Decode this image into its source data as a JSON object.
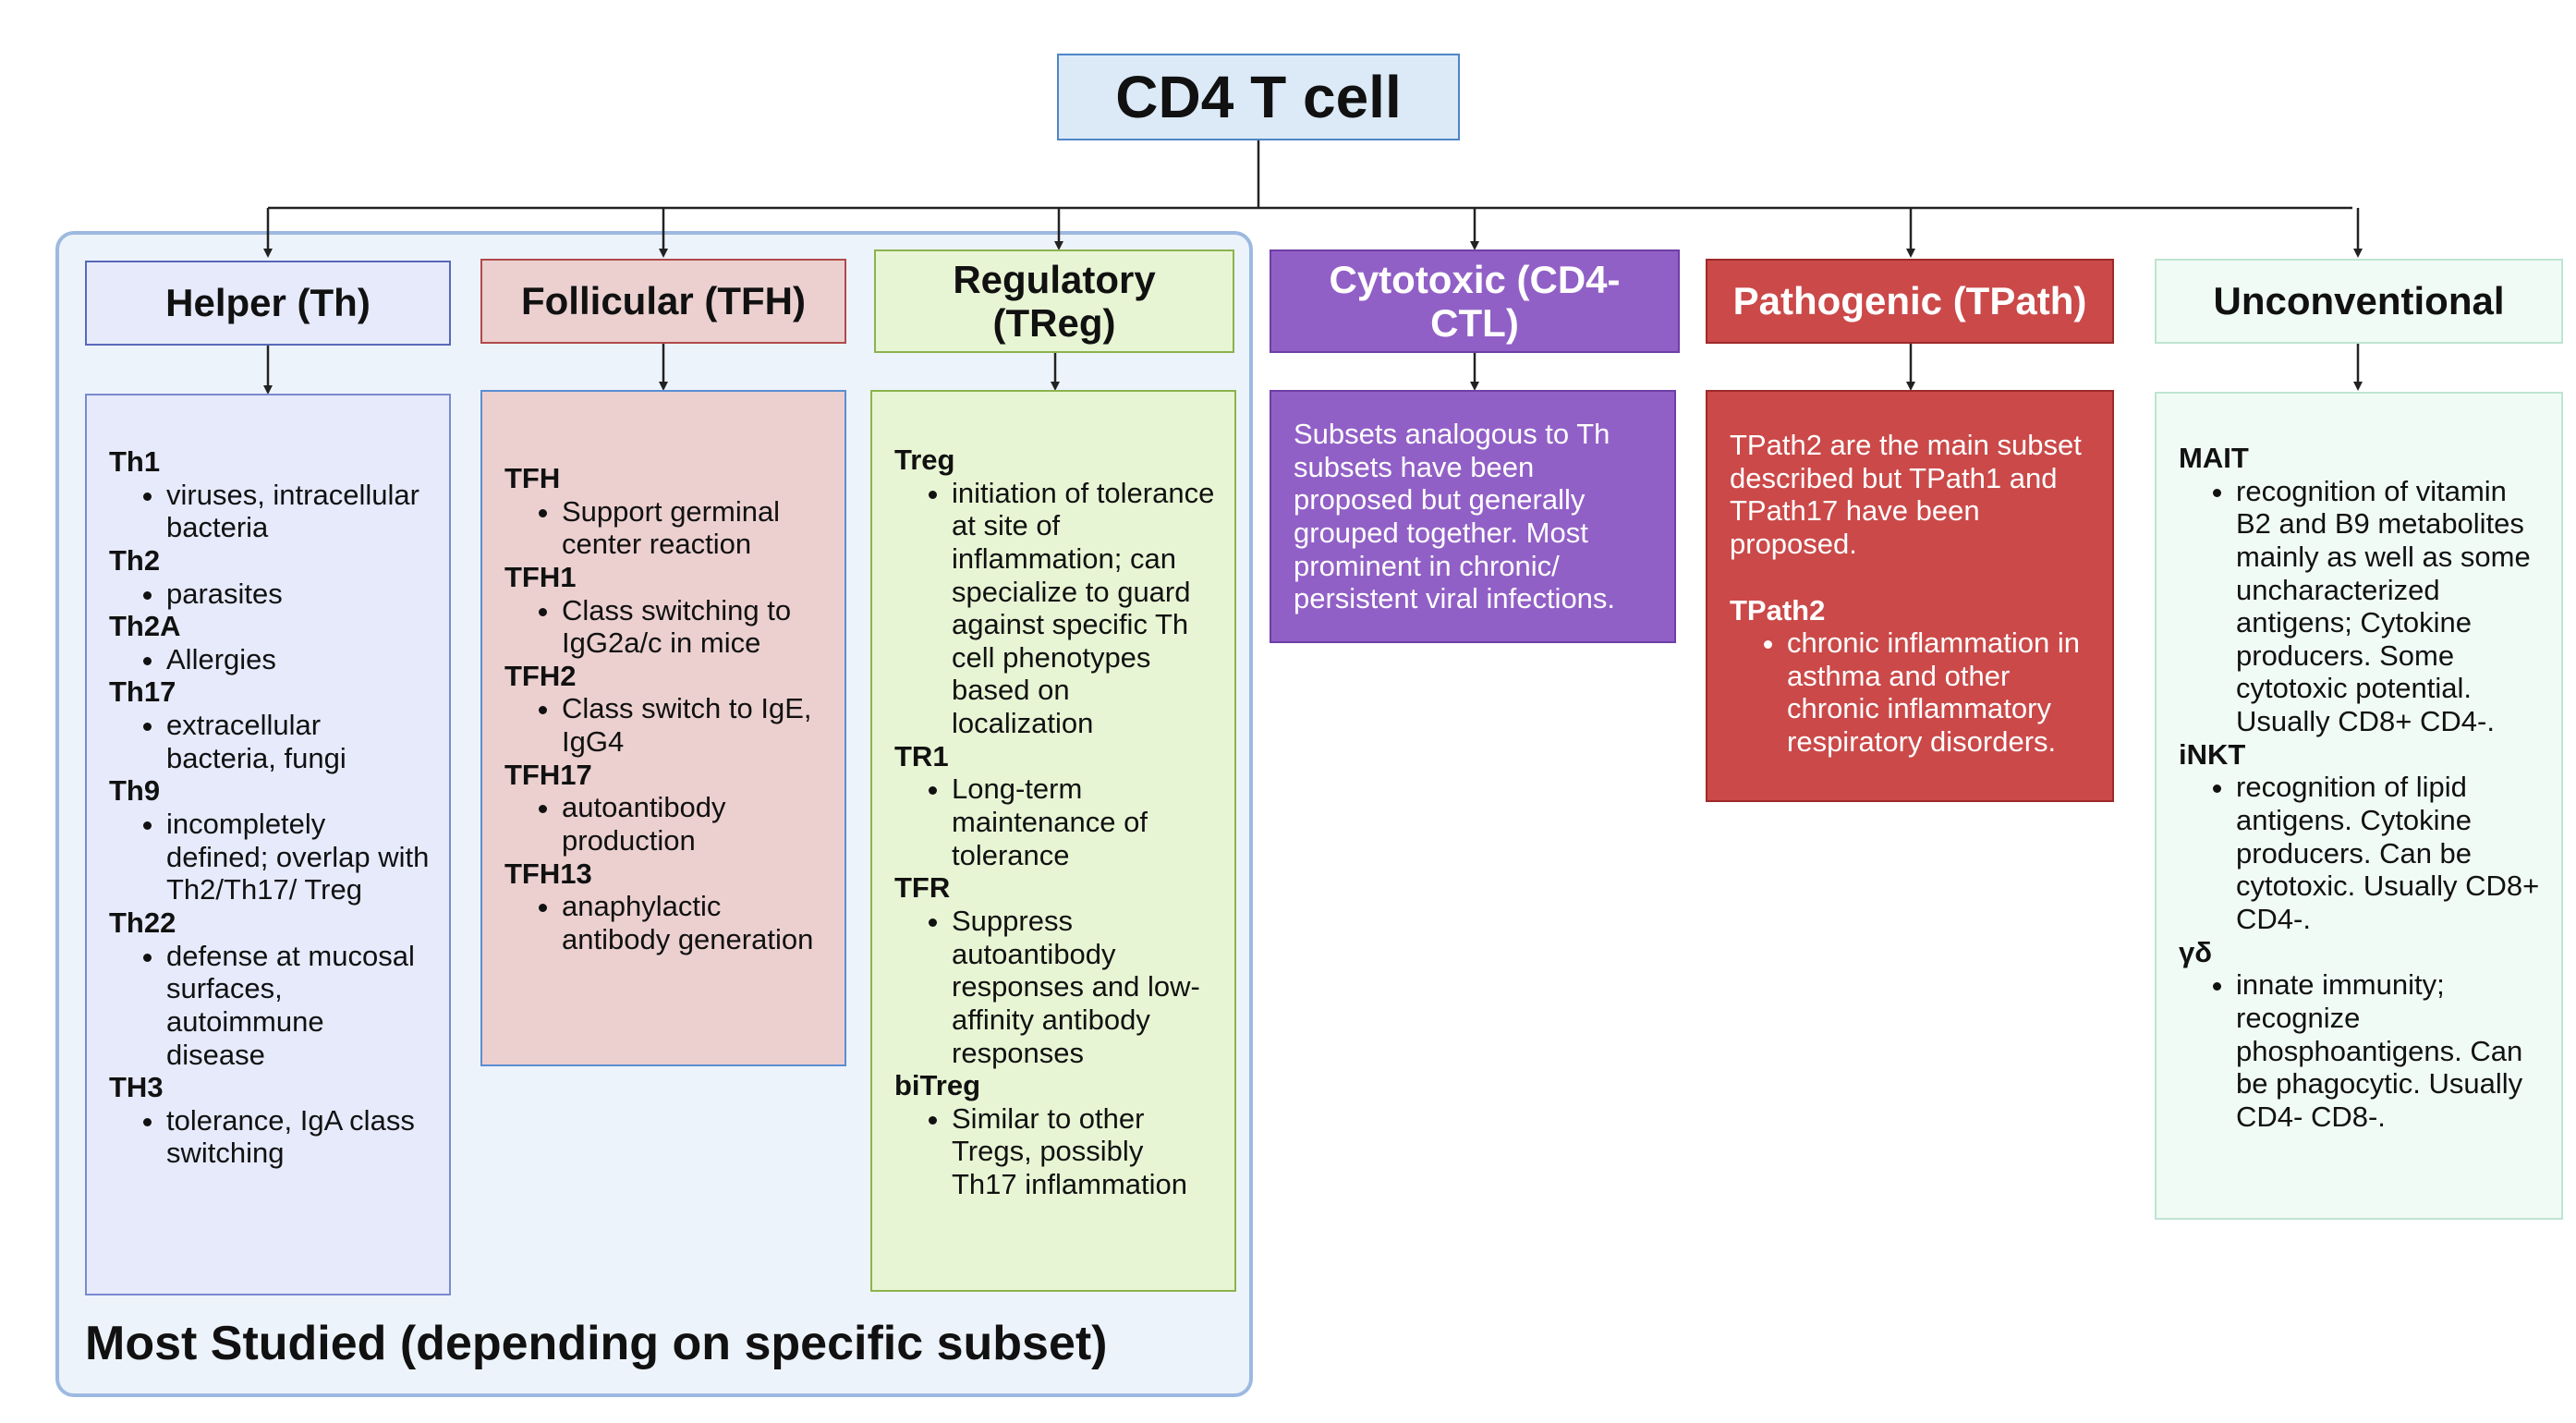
{
  "title": "CD4 T cell",
  "group_label": "Most Studied (depending on specific subset)",
  "columns": [
    {
      "header": "Helper (Th)",
      "subsets": [
        {
          "name": "Th1",
          "items": [
            "viruses, intracellular bacteria"
          ]
        },
        {
          "name": "Th2",
          "items": [
            "parasites"
          ]
        },
        {
          "name": "Th2A",
          "items": [
            "Allergies"
          ]
        },
        {
          "name": "Th17",
          "items": [
            "extracellular bacteria, fungi"
          ]
        },
        {
          "name": "Th9",
          "items": [
            "incompletely defined; overlap with Th2/Th17/ Treg"
          ]
        },
        {
          "name": "Th22",
          "items": [
            "defense at mucosal surfaces, autoimmune disease"
          ]
        },
        {
          "name": "TH3",
          "items": [
            "tolerance, IgA class switching"
          ]
        }
      ]
    },
    {
      "header": "Follicular (TFH)",
      "subsets": [
        {
          "name": "TFH",
          "items": [
            "Support germinal center reaction"
          ]
        },
        {
          "name": "TFH1",
          "items": [
            "Class switching to IgG2a/c in mice"
          ]
        },
        {
          "name": "TFH2",
          "items": [
            "Class switch to IgE, IgG4"
          ]
        },
        {
          "name": "TFH17",
          "items": [
            "autoantibody production"
          ]
        },
        {
          "name": "TFH13",
          "items": [
            "anaphylactic antibody generation"
          ]
        }
      ]
    },
    {
      "header": "Regulatory (TReg)",
      "subsets": [
        {
          "name": "Treg",
          "items": [
            "initiation of tolerance at site of inflammation; can specialize to guard against specific Th cell phenotypes based on localization"
          ]
        },
        {
          "name": "TR1",
          "items": [
            "Long-term maintenance of tolerance"
          ]
        },
        {
          "name": "TFR",
          "items": [
            "Suppress autoantibody responses and low-affinity antibody responses"
          ]
        },
        {
          "name": "biTreg",
          "items": [
            "Similar to other Tregs, possibly Th17 inflammation"
          ]
        }
      ]
    },
    {
      "header": "Cytotoxic (CD4-CTL)",
      "text": "Subsets analogous to Th subsets have been proposed but generally grouped together. Most prominent in chronic/ persistent viral infections."
    },
    {
      "header": "Pathogenic (TPath)",
      "text": "TPath2 are the main subset described but TPath1 and TPath17 have been proposed.",
      "subsets": [
        {
          "name": "TPath2",
          "items": [
            "chronic inflammation in asthma and other chronic inflammatory respiratory disorders."
          ]
        }
      ]
    },
    {
      "header": "Unconventional",
      "subsets": [
        {
          "name": "MAIT",
          "items": [
            "recognition of vitamin B2 and B9 metabolites mainly as well as some uncharacterized antigens; Cytokine producers. Some cytotoxic potential. Usually CD8+ CD4-."
          ]
        },
        {
          "name": "iNKT",
          "items": [
            "recognition of lipid antigens. Cytokine producers. Can be cytotoxic. Usually CD8+ CD4-."
          ]
        },
        {
          "name": "γδ",
          "items": [
            "innate immunity; recognize phosphoantigens. Can be phagocytic. Usually CD4- CD8-."
          ]
        }
      ]
    }
  ]
}
